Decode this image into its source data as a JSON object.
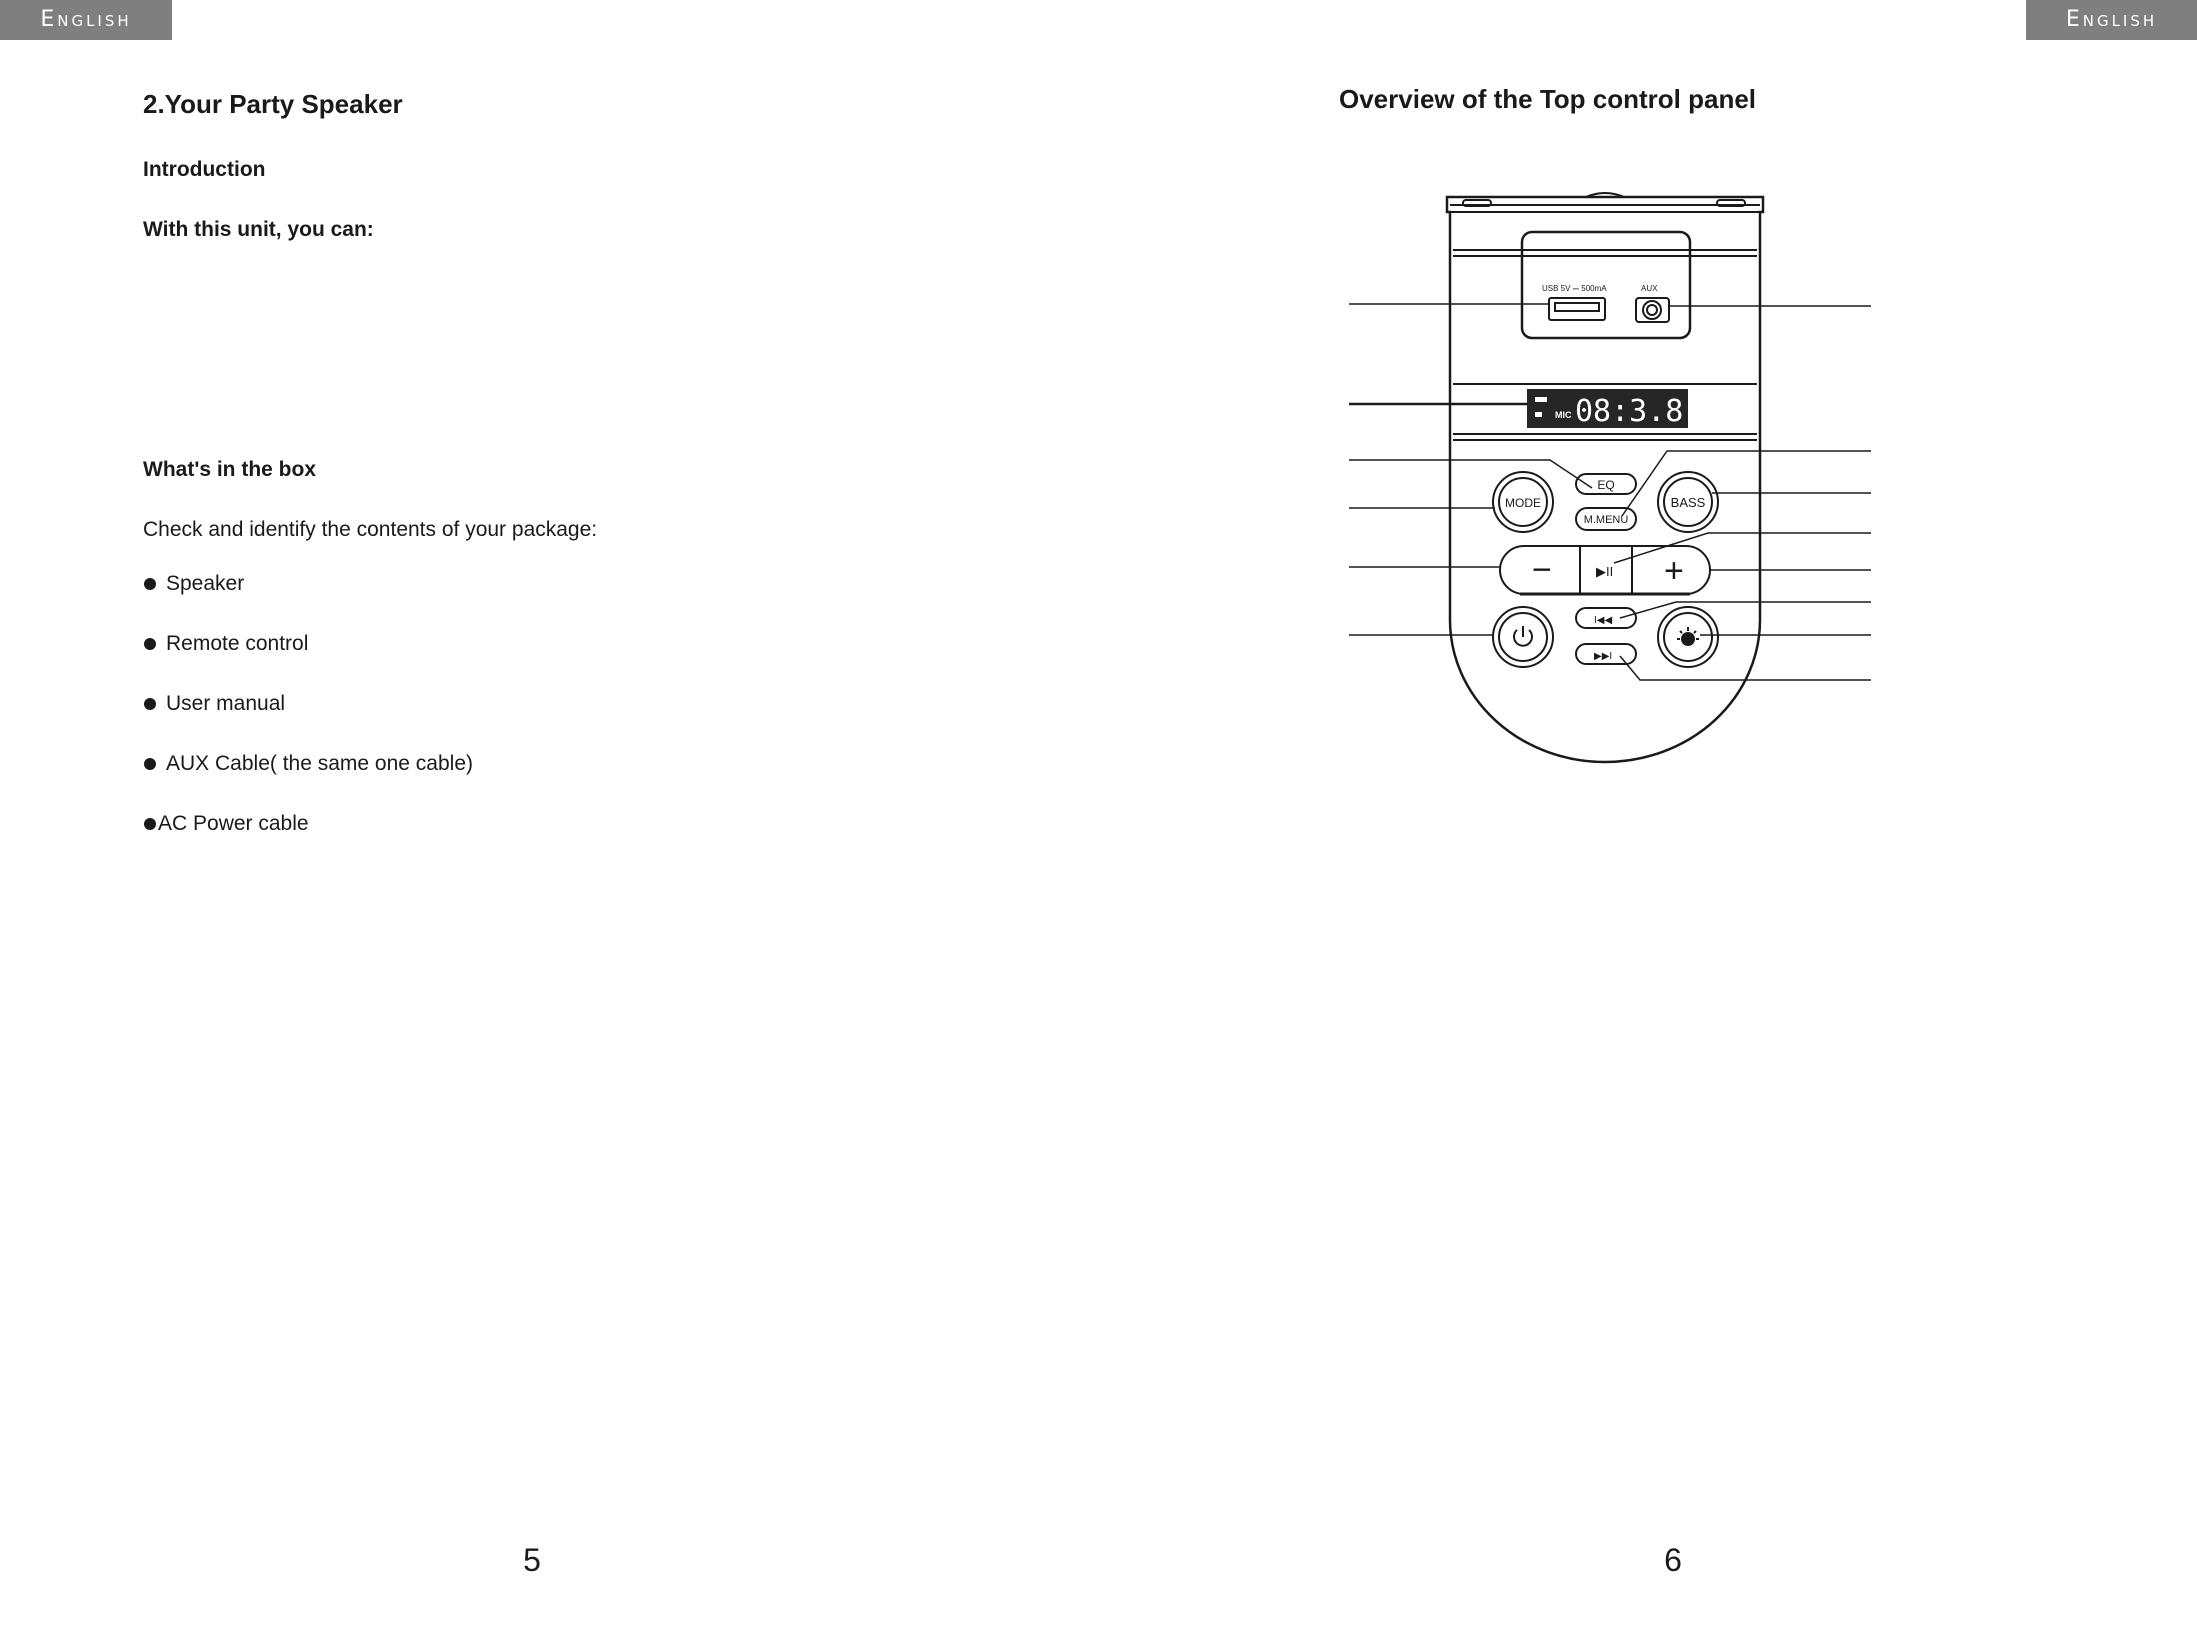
{
  "header": {
    "language_left": "English",
    "language_right": "English"
  },
  "left_page": {
    "title": "2.Your Party Speaker",
    "intro_heading": "Introduction",
    "intro_text": "With this unit, you can:",
    "box_heading": "What's in the box",
    "box_text": "Check and identify the contents of your package:",
    "items": [
      {
        "label": "Speaker"
      },
      {
        "label": "Remote control"
      },
      {
        "label": "User manual"
      },
      {
        "label": "AUX Cable( the same one cable)"
      },
      {
        "label": "AC Power cable"
      }
    ],
    "page_number": "5"
  },
  "right_page": {
    "title": "Overview of the Top control panel",
    "panel": {
      "usb_label": "USB 5V ⎓ 500mA",
      "aux_label": "AUX",
      "display_mic": "MIC",
      "display_digits": "08:3.8",
      "eq_label": "EQ",
      "mode_label": "MODE",
      "bass_label": "BASS",
      "mmenu_label": "M.MENU",
      "minus_symbol": "−",
      "plus_symbol": "+",
      "play_pause_symbol": "▶II",
      "prev_symbol": "I◀◀",
      "next_symbol": "▶▶I"
    },
    "page_number": "6"
  }
}
